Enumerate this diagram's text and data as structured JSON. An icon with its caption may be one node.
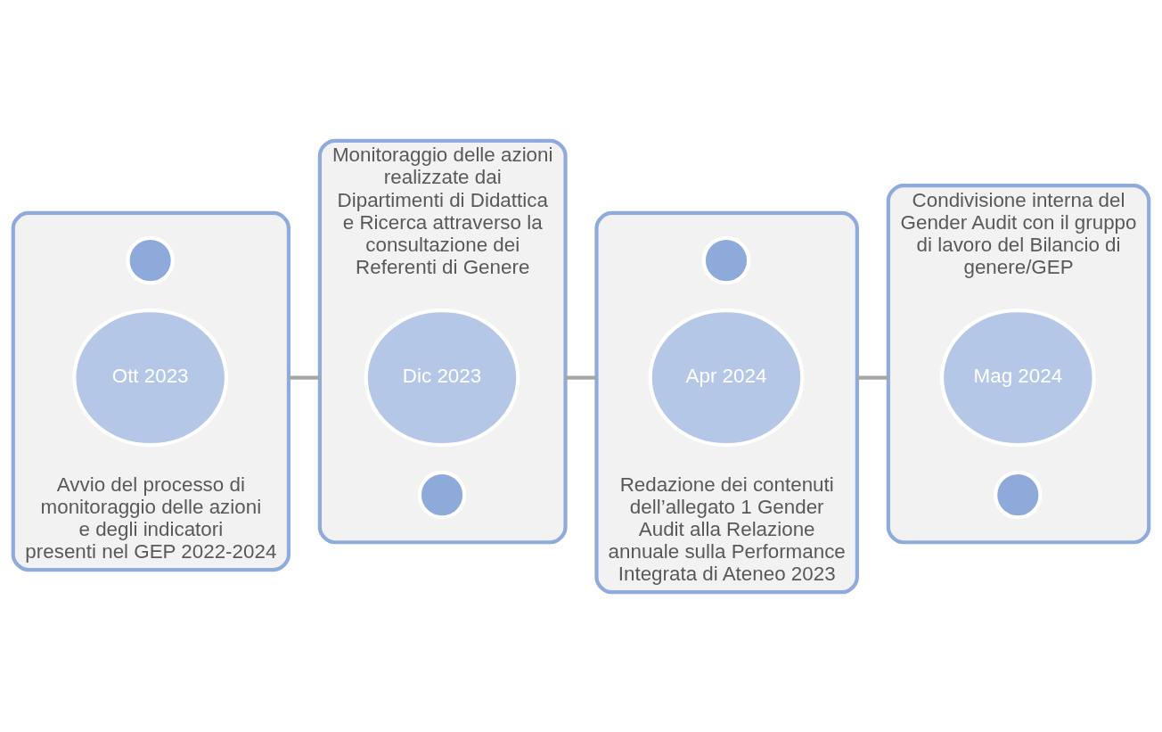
{
  "diagram": {
    "nodes": [
      {
        "text": [
          "Avvio del processo di monitoraggio delle azioni e degli indicatori presenti nel GEP 2022-2024"
        ]
      },
      {
        "text": [],
        "shape": "circle",
        "in": 0
      },
      {
        "text": [
          "Ott 2023"
        ],
        "in": 0
      },
      {
        "text": [
          "Monitoraggio delle azioni realizzate dai Dipartimenti di Didattica e Ricerca attraverso la consultazione dei Referenti di Genere"
        ]
      },
      {
        "text": [
          "Dic 2023"
        ],
        "in": 3
      },
      {
        "text": [],
        "shape": "circle",
        "in": 3
      },
      {
        "text": [
          "Redazione dei contenuti dell’allegato 1 Gender Audit alla Relazione annuale sulla Performance Integrata di Ateneo 2023"
        ]
      },
      {
        "text": [],
        "shape": "circle",
        "in": 6
      },
      {
        "text": [
          "Apr 2024"
        ],
        "in": 6
      },
      {
        "text": [
          "Condivisione interna del Gender Audit con il gruppo di lavoro del Bilancio di genere/GEP"
        ]
      },
      {
        "text": [
          "Mag 2024"
        ],
        "in": 9
      },
      {
        "text": [],
        "shape": "circle",
        "in": 9
      }
    ],
    "edges": [
      {
        "from": 0,
        "to": 3,
        "arrow": "none"
      },
      {
        "from": 3,
        "to": 6,
        "arrow": "none"
      },
      {
        "from": 6,
        "to": 9,
        "arrow": "none"
      }
    ]
  }
}
